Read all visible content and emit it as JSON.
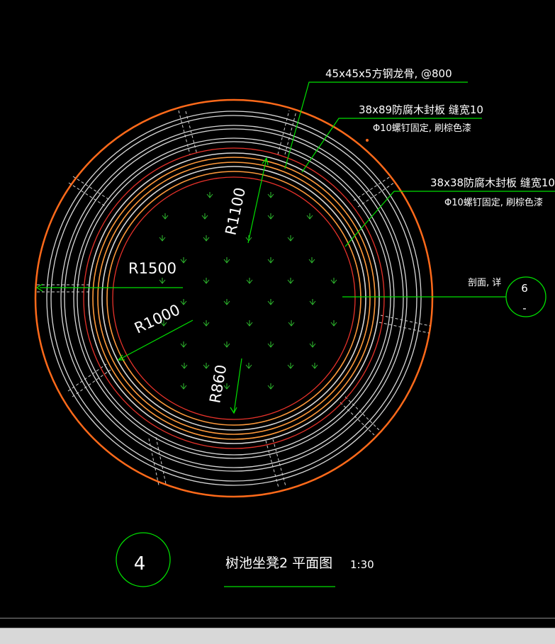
{
  "drawing": {
    "labels": {
      "keel": "45x45x5方钢龙骨, @800",
      "board89_line1": "38x89防腐木封板 缝宽10",
      "board89_line2": "Φ10螺钉固定, 刷棕色漆",
      "board38_line1": "38x38防腐木封板 缝宽10",
      "board38_line2": "Φ10螺钉固定, 刷棕色漆",
      "section_ref": "剖面, 详",
      "section_num": "6",
      "section_sheet": "-"
    },
    "dimensions": {
      "r1500": "R1500",
      "r1100": "R1100",
      "r1000": "R1000",
      "r860": "R860"
    },
    "title": {
      "number": "4",
      "name": "树池坐凳2 平面图",
      "scale": "1:30"
    }
  },
  "colors": {
    "background": "#000000",
    "outer_ring": "#ff6a1a",
    "ring_white": "#d9d9d9",
    "ring_red": "#e8322a",
    "ring_orange": "#ff9a3c",
    "leader": "#00e000",
    "text": "#ffffff"
  }
}
